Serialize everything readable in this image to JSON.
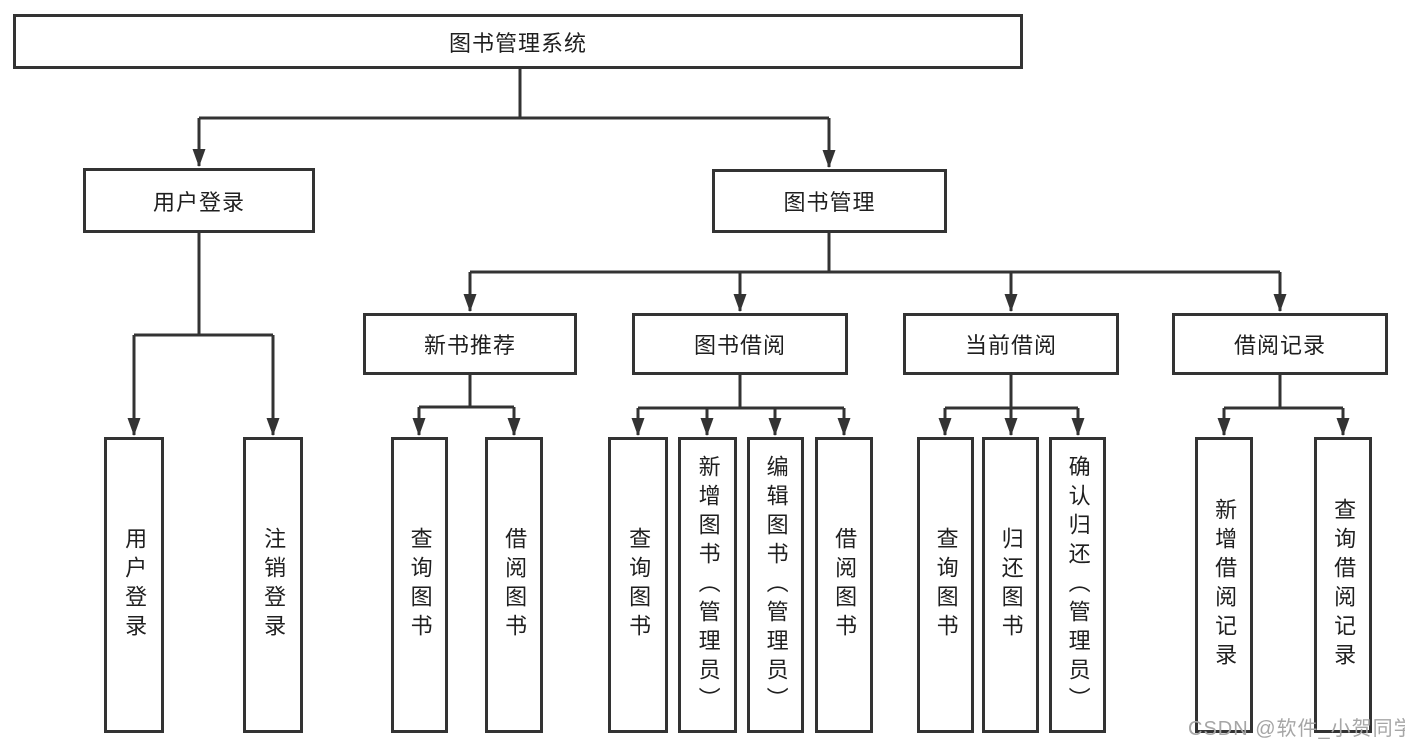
{
  "page": {
    "background_color": "#ffffff",
    "line_color": "#333333",
    "box_fill": "#ffffff",
    "text_color": "#1f1f1f"
  },
  "watermark": {
    "text": "CSDN @软件_小贺同学",
    "color": "#a6a6a6"
  },
  "diagram": {
    "type": "hierarchy-tree",
    "root": {
      "label": "图书管理系统"
    },
    "branches": [
      {
        "label": "用户登录",
        "children": [
          {
            "label": "用户登录"
          },
          {
            "label": "注销登录"
          }
        ]
      },
      {
        "label": "图书管理",
        "children": [
          {
            "label": "新书推荐",
            "children": [
              {
                "label": "查询图书"
              },
              {
                "label": "借阅图书"
              }
            ]
          },
          {
            "label": "图书借阅",
            "children": [
              {
                "label": "查询图书"
              },
              {
                "label": "新增图书（管理员）"
              },
              {
                "label": "编辑图书（管理员）"
              },
              {
                "label": "借阅图书"
              }
            ]
          },
          {
            "label": "当前借阅",
            "children": [
              {
                "label": "查询图书"
              },
              {
                "label": "归还图书"
              },
              {
                "label": "确认归还（管理员）"
              }
            ]
          },
          {
            "label": "借阅记录",
            "children": [
              {
                "label": "新增借阅记录"
              },
              {
                "label": "查询借阅记录"
              }
            ]
          }
        ]
      }
    ]
  }
}
